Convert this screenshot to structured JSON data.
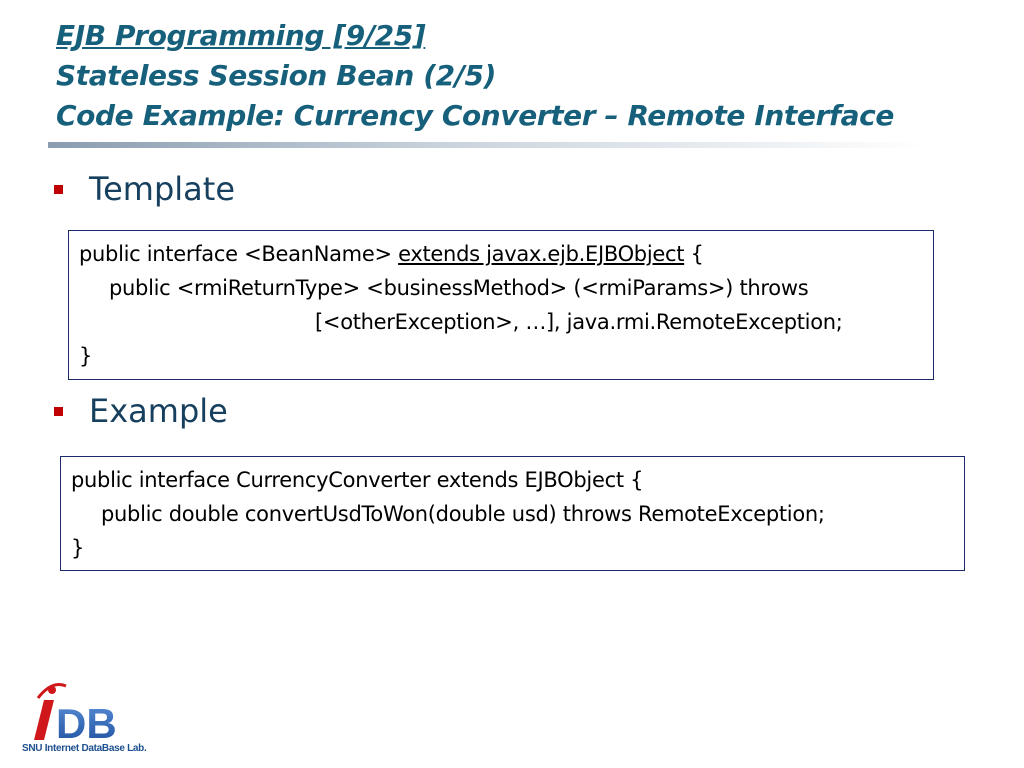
{
  "title": {
    "line1": "EJB Programming [9/25]",
    "line2": "Stateless Session Bean (2/5)",
    "line3": "Code Example: Currency Converter – Remote Interface"
  },
  "bullets": [
    {
      "label": "Template"
    },
    {
      "label": "Example"
    }
  ],
  "template_code": {
    "line1_a": "public interface <BeanName> ",
    "line1_link": "extends javax.ejb.EJBObject",
    "line1_b": " {",
    "line2": "public <rmiReturnType> <businessMethod> (<rmiParams>) throws",
    "line3": "[<otherException>, …], java.rmi.RemoteException;",
    "line4": "}"
  },
  "example_code": {
    "line1": "public interface CurrencyConverter extends EJBObject {",
    "line2": "public double convertUsdToWon(double usd) throws RemoteException;",
    "line3": "}"
  },
  "logo": {
    "letters": "iDB",
    "caption": "SNU Internet DataBase Lab."
  },
  "colors": {
    "title": "#17607c",
    "bullet_mark": "#c00000",
    "bullet_text": "#17405e",
    "box_border": "#1b2a6b"
  }
}
